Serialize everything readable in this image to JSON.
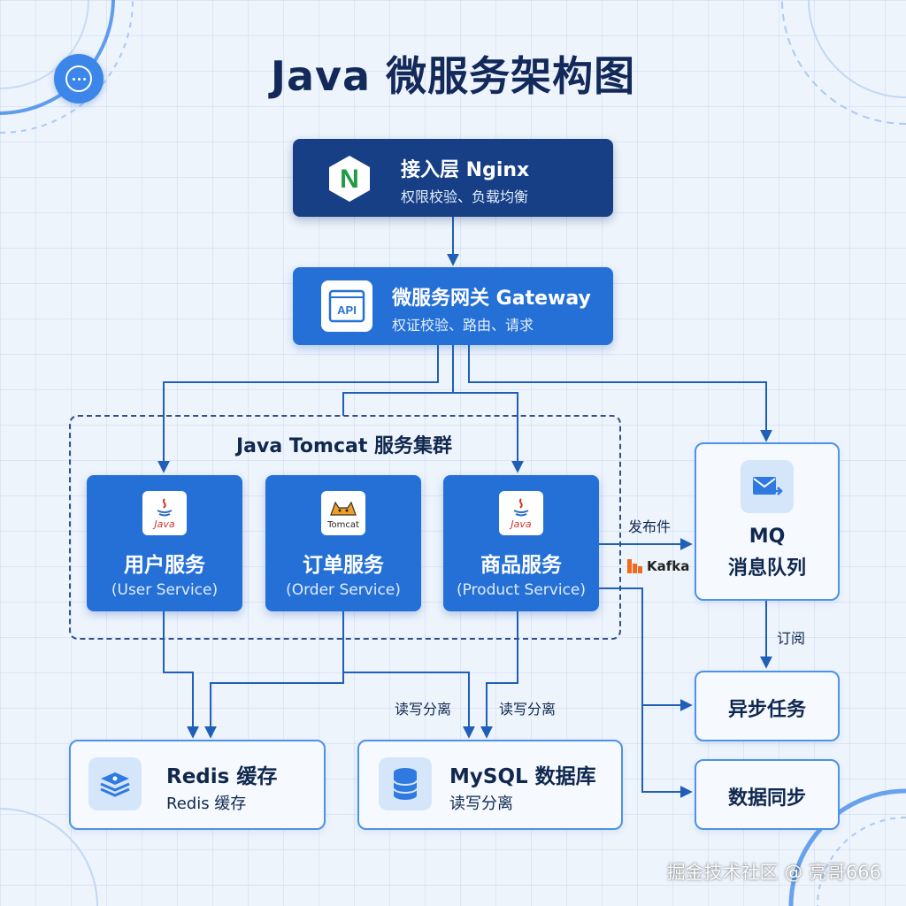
{
  "title": "Java 微服务架构图",
  "menu": {
    "icon": "more-dots-icon"
  },
  "nginx": {
    "title": "接入层 Nginx",
    "subtitle": "权限校验、负载均衡",
    "logo_letter": "N",
    "icon": "nginx-logo-icon"
  },
  "gateway": {
    "title": "微服务网关 Gateway",
    "subtitle": "权证校验、路由、请求",
    "logo_text": "API",
    "icon": "api-window-icon"
  },
  "cluster": {
    "label": "Java Tomcat 服务集群",
    "services": [
      {
        "name": "用户服务",
        "en": "(User Service)",
        "logo_text": "Java",
        "icon": "java-logo-icon"
      },
      {
        "name": "订单服务",
        "en": "(Order Service)",
        "logo_text": "Tomcat",
        "icon": "tomcat-logo-icon"
      },
      {
        "name": "商品服务",
        "en": "(Product Service)",
        "logo_text": "Java",
        "icon": "java-logo-icon"
      }
    ]
  },
  "mq": {
    "title_line1": "MQ",
    "title_line2": "消息队列",
    "icon": "mail-send-icon"
  },
  "edge_labels": {
    "publish": "发布件",
    "subscribe": "订阅",
    "rw_split_left": "读写分离",
    "rw_split_right": "读写分离"
  },
  "kafka": {
    "text": "Kafka",
    "icon": "kafka-logo-icon"
  },
  "async_task": {
    "title": "异步任务"
  },
  "data_sync": {
    "title": "数据同步"
  },
  "redis": {
    "title": "Redis 缓存",
    "subtitle": "Redis 缓存",
    "icon": "redis-stack-icon"
  },
  "mysql": {
    "title": "MySQL 数据库",
    "subtitle": "读写分离",
    "icon": "database-icon"
  },
  "colors": {
    "dark_node": "#163f86",
    "service_node": "#2570d6",
    "light_node_border": "#4d92e6",
    "edge": "#1f5fb8",
    "nginx_green": "#1f9a45"
  },
  "watermark": "掘金技术社区 @ 亮哥666"
}
